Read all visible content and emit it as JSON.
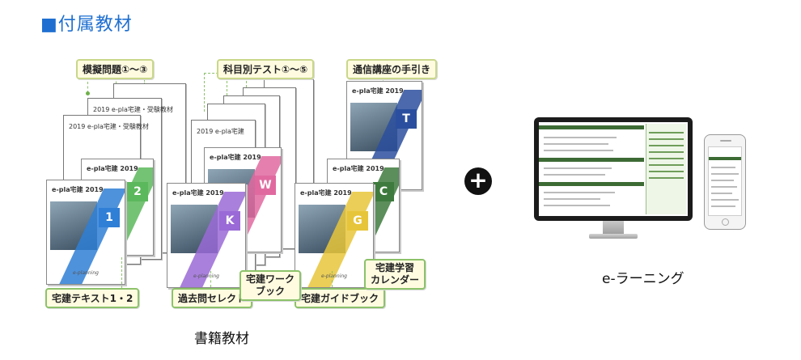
{
  "section_title": "■付属教材",
  "labels": {
    "mock_exams": "模擬問題①〜③",
    "subject_tests": "科目別テスト①〜⑤",
    "correspondence_guide": "通信講座の手引き",
    "textbook": "宅建テキスト1・2",
    "past_questions": "過去問セレクト",
    "workbook_line1": "宅建ワーク",
    "workbook_line2": "ブック",
    "guidebook": "宅建ガイドブック",
    "calendar_line1": "宅建学習",
    "calendar_line2": "カレンダー"
  },
  "books": {
    "brand": "e-pla宅建 2019",
    "publisher": "e-planning",
    "text1_letter": "1",
    "text2_letter": "2",
    "past_letter": "K",
    "work_letter": "W",
    "guide_letter": "G",
    "calendar_letter": "C",
    "handbook_letter": "T"
  },
  "sheets": {
    "mock_sheet_header": "2019 e-pla宅建・受験教材",
    "test_sheet_header": "2019 e-pla宅建"
  },
  "plus_symbol": "+",
  "captions": {
    "books": "書籍教材",
    "elearning": "e-ラーニング"
  },
  "colors": {
    "title_blue": "#1e6fd0",
    "stripe_blue": "#2f7fd6",
    "stripe_green": "#5cb85c",
    "stripe_pink": "#e06aa0",
    "stripe_purple": "#9a6ad6",
    "stripe_yellow": "#e7c53a",
    "stripe_darkgreen": "#3e7a3e",
    "stripe_navy": "#2b4f9e"
  }
}
